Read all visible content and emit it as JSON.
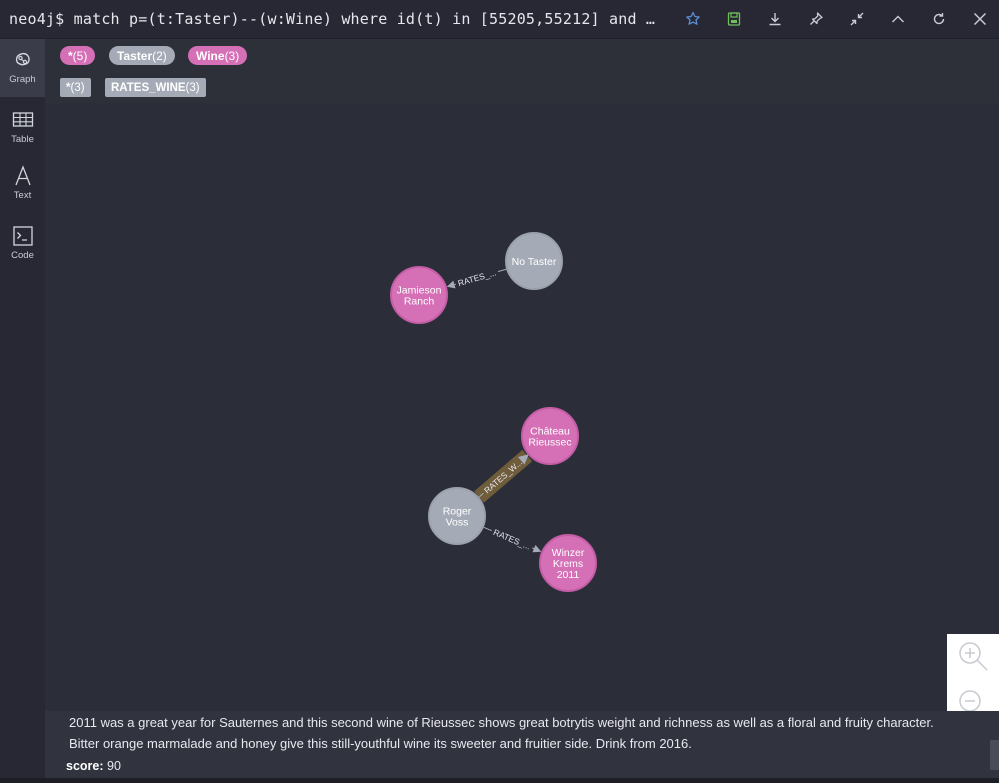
{
  "query": {
    "prompt": "neo4j$",
    "text": "match p=(t:Taster)--(w:Wine) where id(t) in [55205,55212] and …"
  },
  "toolbar": {
    "icons": [
      "star-icon",
      "save-icon",
      "download-icon",
      "pin-icon",
      "collapse-icon",
      "chevron-up-icon",
      "refresh-icon",
      "close-icon"
    ]
  },
  "sidebar": {
    "items": [
      {
        "label": "Graph",
        "icon": "graph-icon"
      },
      {
        "label": "Table",
        "icon": "table-icon"
      },
      {
        "label": "Text",
        "icon": "text-icon"
      },
      {
        "label": "Code",
        "icon": "code-icon"
      }
    ]
  },
  "legend": {
    "nodes": [
      {
        "label": "*",
        "count": "(5)",
        "color": "#d56fb6"
      },
      {
        "label": "Taster",
        "count": "(2)",
        "color": "#a5abb6"
      },
      {
        "label": "Wine",
        "count": "(3)",
        "color": "#d56fb6"
      }
    ],
    "relationships": [
      {
        "label": "*",
        "count": "(3)"
      },
      {
        "label": "RATES_WINE",
        "count": "(3)"
      }
    ]
  },
  "graph": {
    "nodes": [
      {
        "id": "no-taster",
        "lines": [
          "No Taster"
        ],
        "color": "#a5abb6",
        "stroke": "#9aa1ac"
      },
      {
        "id": "jamieson",
        "lines": [
          "Jamieson",
          "Ranch"
        ],
        "color": "#d56fb6",
        "stroke": "#c35da5"
      },
      {
        "id": "chateau",
        "lines": [
          "Château",
          "Rieussec"
        ],
        "color": "#d56fb6",
        "stroke": "#c35da5"
      },
      {
        "id": "roger",
        "lines": [
          "Roger",
          "Voss"
        ],
        "color": "#a5abb6",
        "stroke": "#9aa1ac"
      },
      {
        "id": "winzer",
        "lines": [
          "Winzer",
          "Krems",
          "2011"
        ],
        "color": "#d56fb6",
        "stroke": "#c35da5"
      }
    ],
    "relationships": [
      {
        "from": "no-taster",
        "to": "jamieson",
        "label": "RATES_..."
      },
      {
        "from": "roger",
        "to": "chateau",
        "label": "RATES_W...",
        "selected": true
      },
      {
        "from": "roger",
        "to": "winzer",
        "label": "RATES_..."
      }
    ]
  },
  "inspector": {
    "lines": [
      "2011 was a great year for Sauternes and this second wine of Rieussec shows great botrytis weight and richness as well as a floral and fruity character.",
      "Bitter orange marmalade and honey give this still-youthful wine its sweeter and fruitier side. Drink from 2016."
    ],
    "property_key": "score:",
    "property_value": "90"
  },
  "zoom": {
    "icons": [
      "zoom-in-icon",
      "zoom-out-icon"
    ]
  }
}
